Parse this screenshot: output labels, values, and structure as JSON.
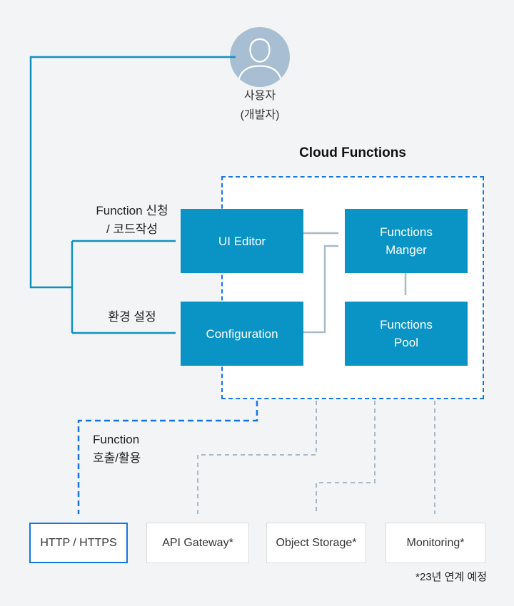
{
  "colors": {
    "background": "#f3f4f5",
    "box_teal": "#0a93c5",
    "line_teal": "#0f91c0",
    "accent_blue_dashed": "#1575e8",
    "connector_gray": "#a9b9c7",
    "avatar_fill": "#a8bed2"
  },
  "user": {
    "line1": "사용자",
    "line2": "(개발자)"
  },
  "diagram": {
    "title": "Cloud Functions",
    "boxes": {
      "ui_editor": "UI Editor",
      "functions_manager_line1": "Functions",
      "functions_manager_line2": "Manger",
      "configuration": "Configuration",
      "functions_pool_line1": "Functions",
      "functions_pool_line2": "Pool"
    },
    "labels": {
      "request_line1": "Function 신청",
      "request_line2": "/ 코드작성",
      "env": "환경 설정",
      "invoke_line1": "Function",
      "invoke_line2": "호출/활용"
    }
  },
  "endpoints": [
    {
      "label": "HTTP / HTTPS"
    },
    {
      "label": "API Gateway*"
    },
    {
      "label": "Object Storage*"
    },
    {
      "label": "Monitoring*"
    }
  ],
  "footnote": "*23년 연계 예정"
}
